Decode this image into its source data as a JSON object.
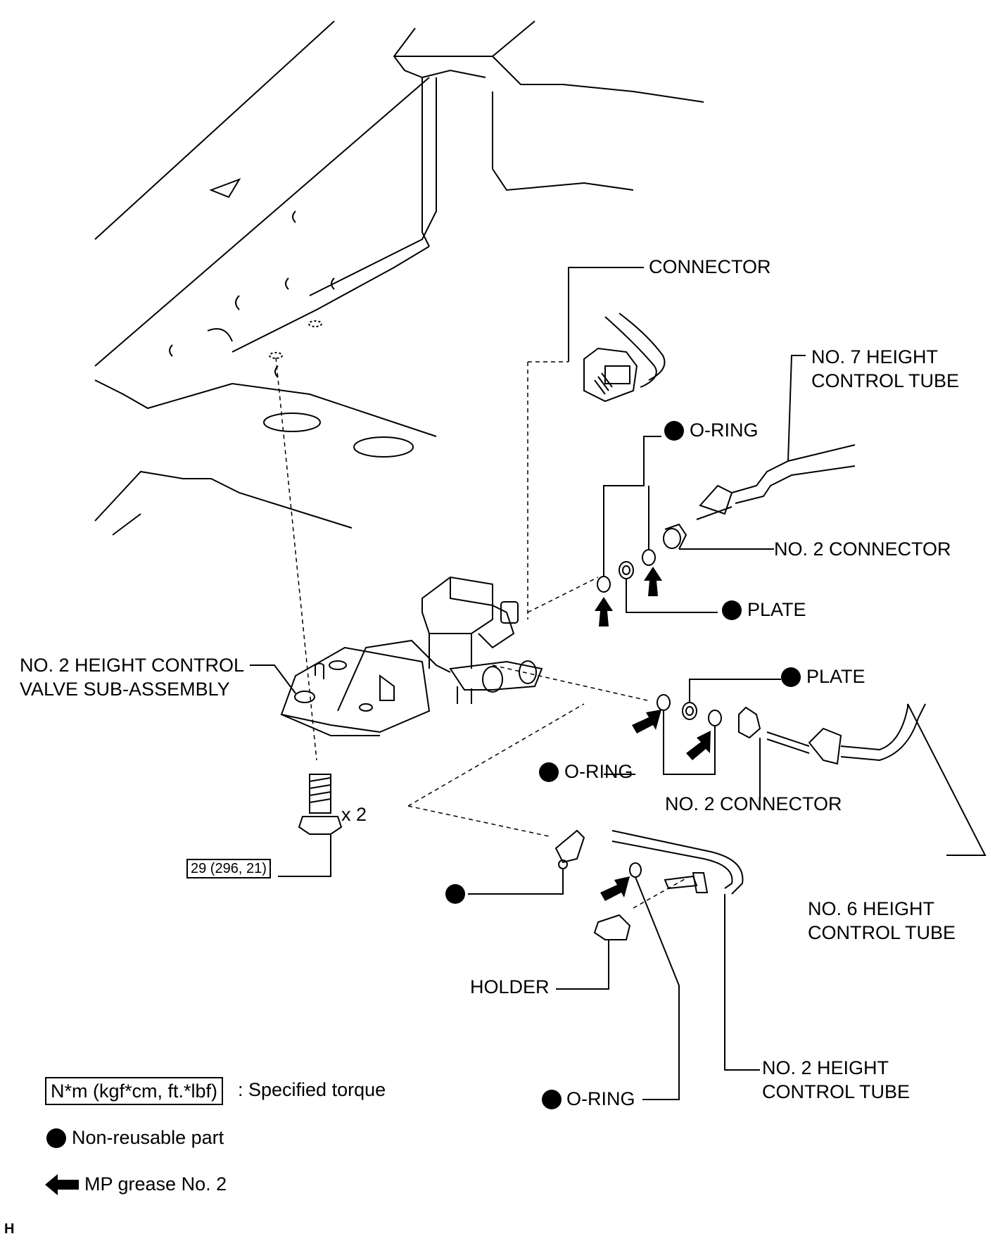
{
  "labels": {
    "connector": "CONNECTOR",
    "no7_tube": [
      "NO. 7 HEIGHT",
      "CONTROL TUBE"
    ],
    "oring_top": "O-RING",
    "no2_connector_top": "NO. 2 CONNECTOR",
    "plate_top": "PLATE",
    "valve_subassembly": [
      "NO. 2 HEIGHT CONTROL",
      "VALVE SUB-ASSEMBLY"
    ],
    "plate_mid": "PLATE",
    "oring_mid": "O-RING",
    "no2_connector_mid": "NO. 2 CONNECTOR",
    "bolt_qty": "x 2",
    "torque_value": "29 (296, 21)",
    "no6_tube": [
      "NO. 6 HEIGHT",
      "CONTROL TUBE"
    ],
    "holder": "HOLDER",
    "no2_tube": [
      "NO. 2 HEIGHT",
      "CONTROL TUBE"
    ],
    "oring_bottom": "O-RING"
  },
  "legend": {
    "torque_box": "N*m (kgf*cm, ft.*lbf)",
    "torque_desc": ": Specified torque",
    "non_reusable": "Non-reusable part",
    "grease": "MP grease No. 2"
  },
  "corner_mark": "H"
}
